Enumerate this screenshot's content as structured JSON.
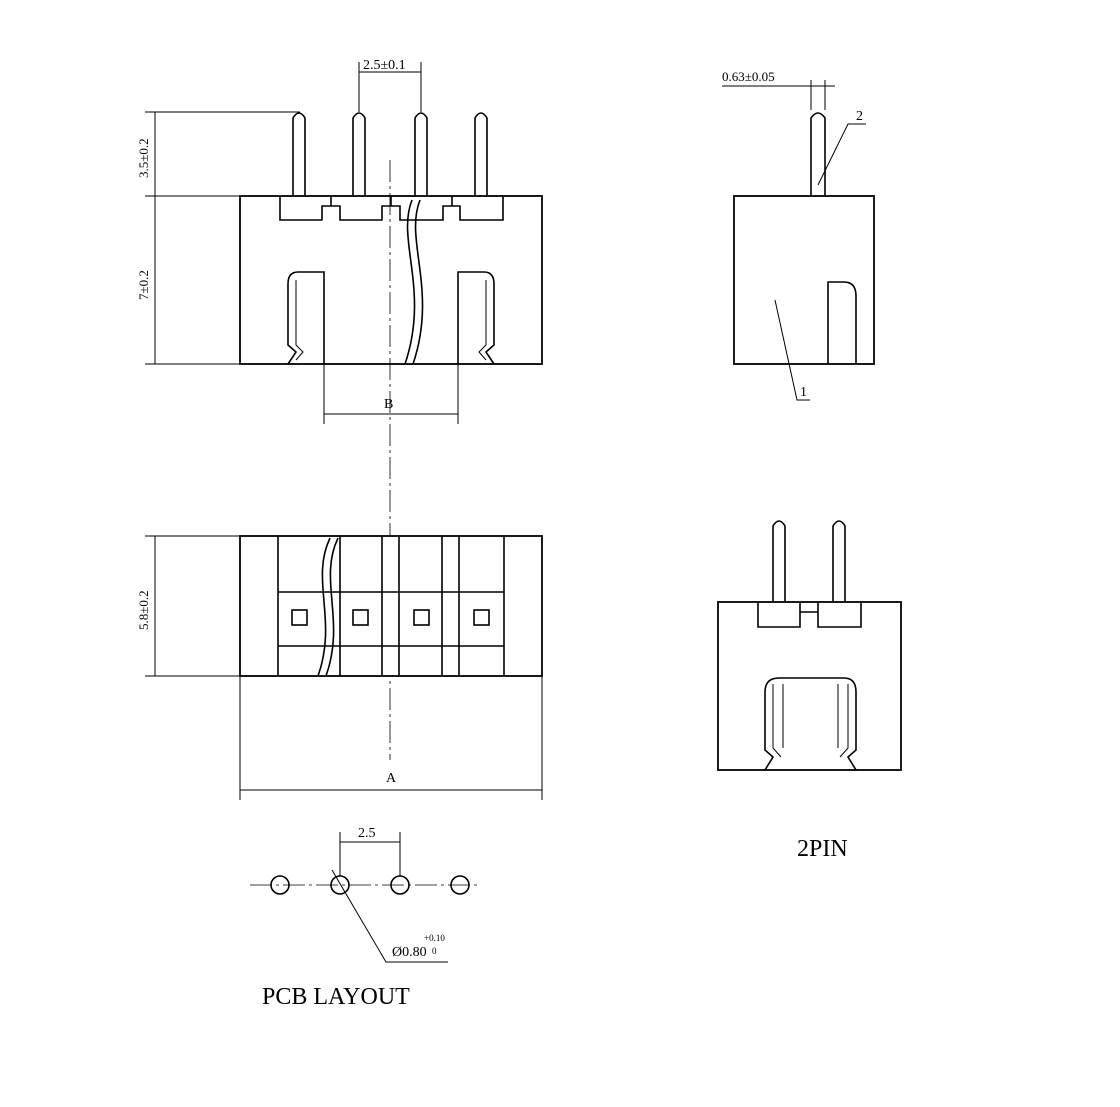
{
  "drawing": {
    "front_view": {
      "pin_height_dim": "3.5±0.2",
      "body_height_dim": "7±0.2",
      "pitch_dim": "2.5±0.1",
      "span_label": "B"
    },
    "bottom_view": {
      "depth_dim": "5.8±0.2",
      "length_label": "A"
    },
    "side_view": {
      "pin_thickness_dim": "0.63±0.05",
      "callout_1": "1",
      "callout_2": "2"
    },
    "two_pin_view": {
      "title": "2PIN"
    },
    "pcb_layout": {
      "title": "PCB LAYOUT",
      "pitch_dim": "2.5",
      "hole_dia": "Ø0.80",
      "hole_tol_plus": "+0.10",
      "hole_tol_minus": "0"
    }
  }
}
